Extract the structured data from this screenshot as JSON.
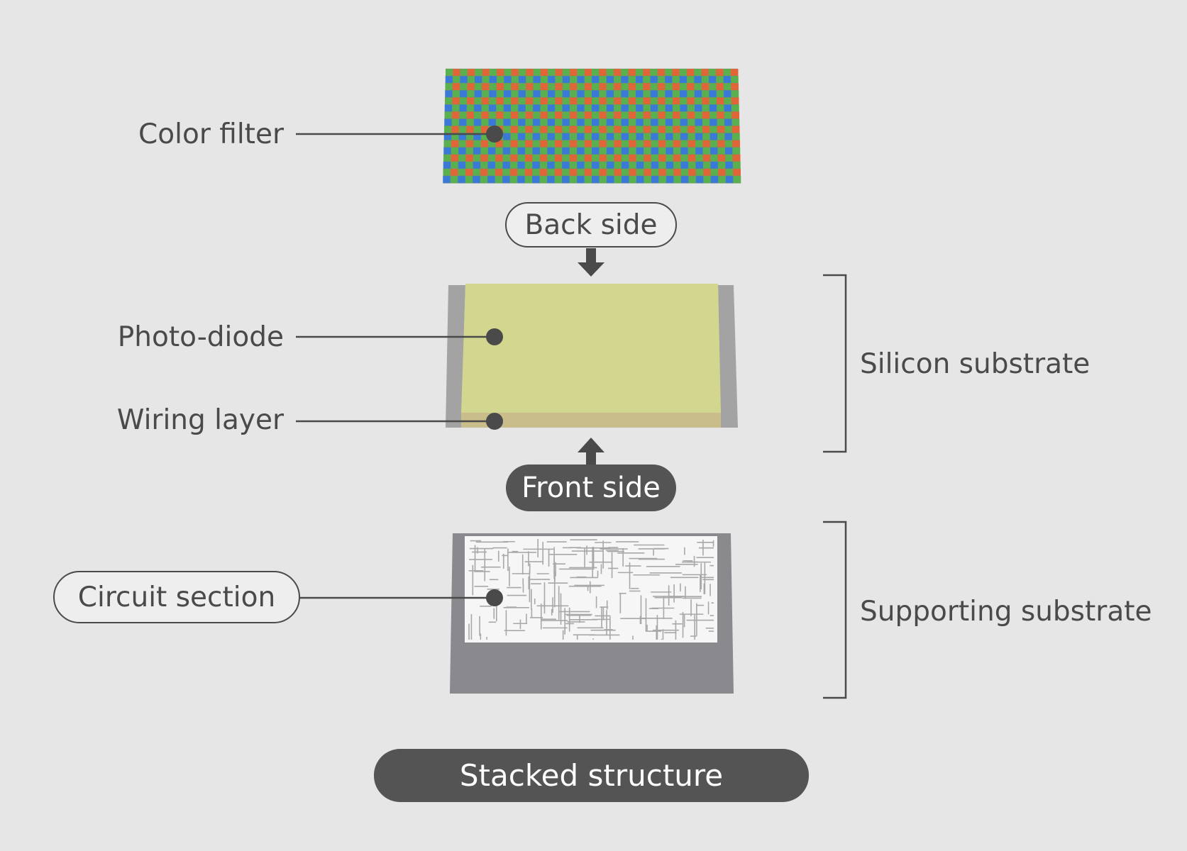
{
  "labels": {
    "color_filter": "Color filter",
    "photo_diode": "Photo-diode",
    "wiring_layer": "Wiring layer",
    "circuit_section": "Circuit section",
    "silicon_substrate": "Silicon substrate",
    "supporting_substrate": "Supporting substrate"
  },
  "badges": {
    "back_side": "Back side",
    "front_side": "Front side",
    "stacked_structure": "Stacked structure"
  },
  "colors": {
    "background": "#e6e6e6",
    "photo_diode": "#d3d68f",
    "wiring_layer": "#c9bd8b",
    "frame_gray": "#a3a3a3",
    "supporting_substrate": "#8a8a8e",
    "filter_red": "#e0663a",
    "filter_green": "#5ab04f",
    "filter_blue": "#3b79d8",
    "dark_badge": "#545454",
    "text": "#4a4a4a"
  }
}
